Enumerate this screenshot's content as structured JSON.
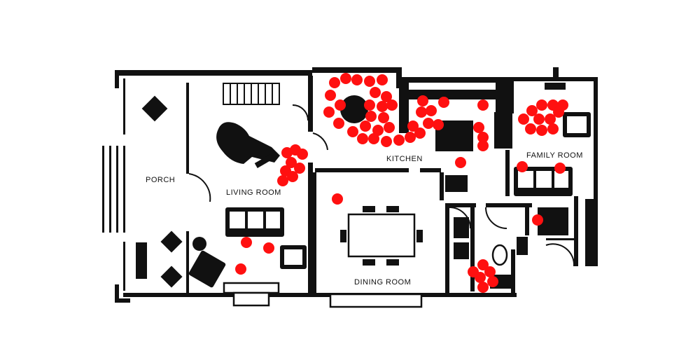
{
  "colors": {
    "walls": "#111111",
    "background": "#ffffff",
    "markers": "#ff1010"
  },
  "rooms": {
    "porch": "PORCH",
    "living_room": "LIVING ROOM",
    "kitchen": "KITCHEN",
    "family_room": "FAMILY ROOM",
    "dining_room": "DINING ROOM"
  },
  "marker_style": "red circle"
}
